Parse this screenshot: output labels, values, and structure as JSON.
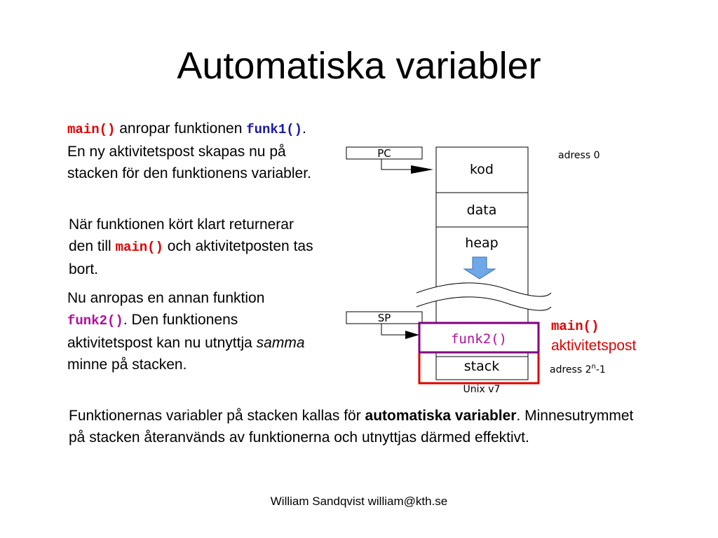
{
  "slide": {
    "title": "Automatiska variabler",
    "p1": {
      "code_main": "main()",
      "text_a": " anropar funktionen ",
      "code_funk1": "funk1()",
      "text_b": ". En ny aktivitetspost skapas nu på stacken för den funktionens variabler."
    },
    "p2": {
      "text_a": "När funktionen kört klart returnerar den till ",
      "code_main": "main()",
      "text_b": " och aktivitetposten tas bort."
    },
    "p3": {
      "text_a": "Nu anropas en annan funktion ",
      "code_funk2": "funk2()",
      "text_b": ". Den funktionens aktivitetspost kan nu utnyttja ",
      "italic": "samma",
      "text_c": " minne på stacken."
    },
    "p4": {
      "text_a": "Funktionernas variabler på stacken kallas för ",
      "bold": "automatiska variabler",
      "text_b": ". Minnesutrymmet på stacken återanvänds av funktionerna och utnyttjas därmed effektivt."
    },
    "diagram": {
      "pc": "PC",
      "sp": "SP",
      "seg_kod": "kod",
      "seg_data": "data",
      "seg_heap": "heap",
      "seg_stack": "stack",
      "funk2_box": "funk2()",
      "adress0": "adress 0",
      "adress_n_base": "adress 2",
      "adress_n_exp": "n",
      "adress_n_tail": "-1",
      "caption": "Unix v7"
    },
    "main_label": {
      "code": "main()",
      "text": "aktivitetspost"
    },
    "footer": "William Sandqvist  william@kth.se"
  },
  "colors": {
    "red": "#e00000",
    "purple": "#800080",
    "code_blue": "#1a1aa6",
    "code_magenta": "#b0109a",
    "arrow_blue": "#6fa8e8"
  }
}
